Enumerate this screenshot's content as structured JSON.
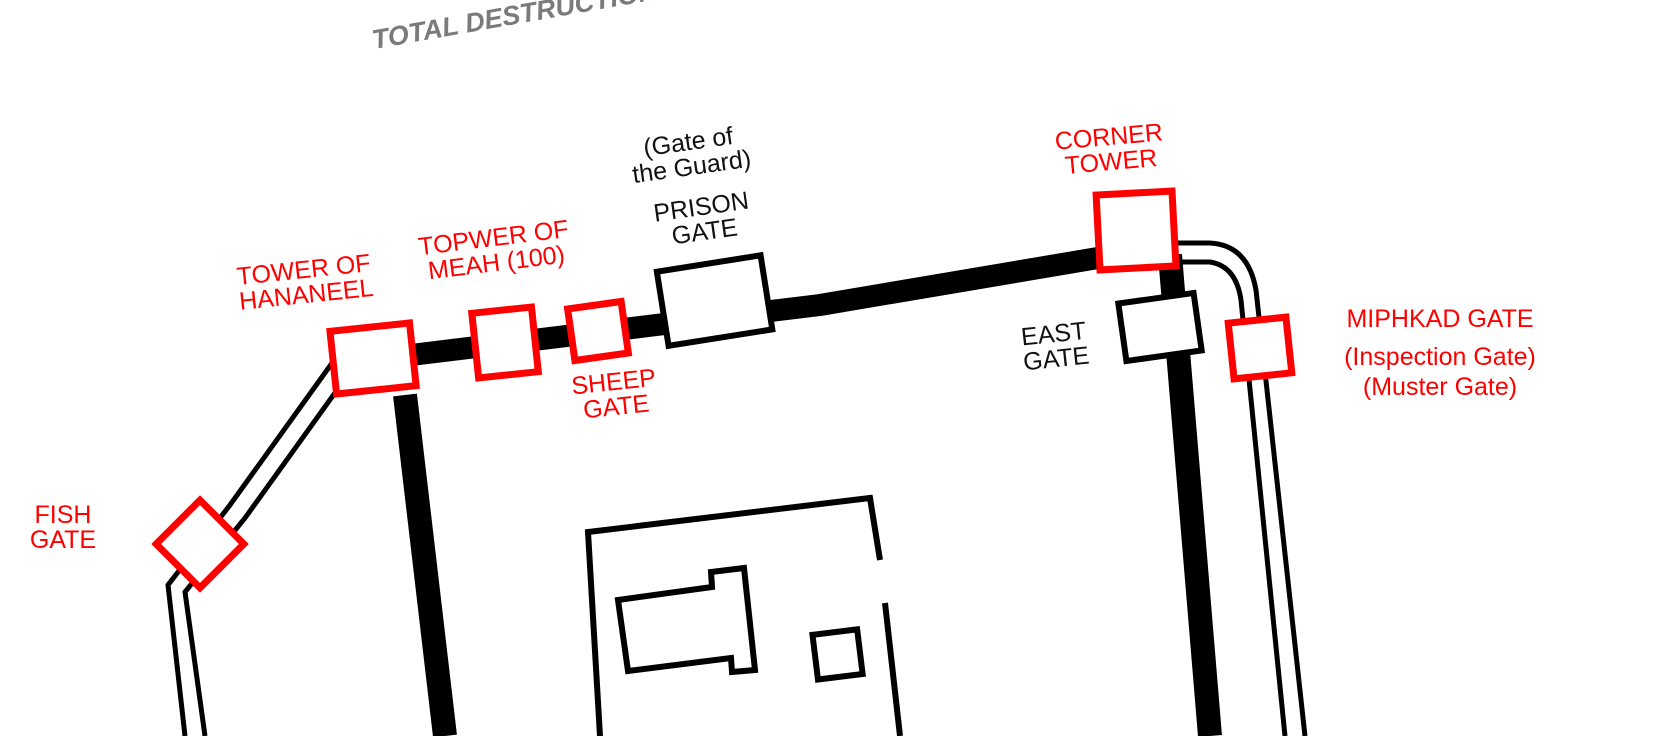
{
  "title": "TOTAL DESTRUCTION ON THE NORTH BY BABYLON",
  "colors": {
    "accent": "#ff0000",
    "wall": "#000000",
    "title": "#7a7a7a",
    "background": "#ffffff"
  },
  "labels": {
    "fish_gate": "FISH\nGATE",
    "tower_of_hananeel": "TOWER OF\nHANANEEL",
    "tower_of_meah": "TOPWER OF\nMEAH (100)",
    "sheep_gate": "SHEEP\nGATE",
    "gate_of_the_guard": "(Gate of\nthe Guard)",
    "prison_gate": "PRISON\nGATE",
    "corner_tower": "CORNER\nTOWER",
    "east_gate": "EAST\nGATE",
    "miphkad_gate": "MIPHKAD GATE",
    "inspection_gate": "(Inspection Gate)",
    "muster_gate": "(Muster Gate)"
  }
}
